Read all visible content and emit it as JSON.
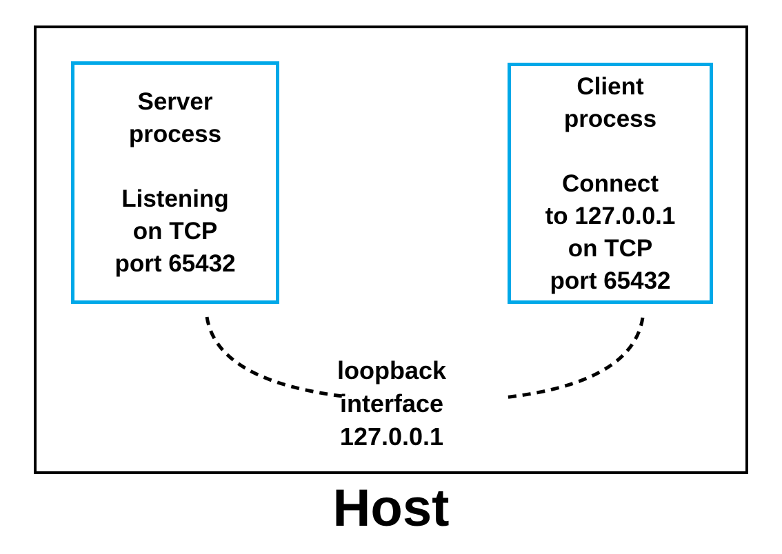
{
  "diagram": {
    "host_label": "Host",
    "server_box": {
      "title": "Server\nprocess",
      "detail": "Listening\non TCP\nport 65432"
    },
    "client_box": {
      "title": "Client\nprocess",
      "detail": "Connect\nto 127.0.0.1\non TCP\nport 65432"
    },
    "loopback_label": "loopback\ninterface\n127.0.0.1"
  },
  "colors": {
    "process_box_border": "#00A8E8",
    "host_box_border": "#000000",
    "connection_dash": "#000000",
    "text": "#000000",
    "background": "#FFFFFF"
  }
}
